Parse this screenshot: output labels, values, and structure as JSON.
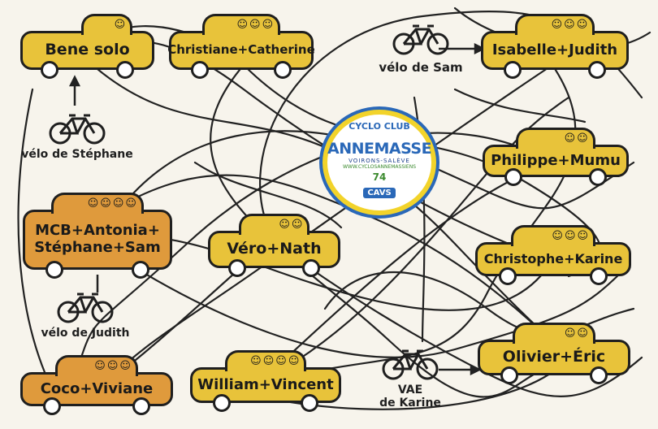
{
  "cars": {
    "bene": {
      "label": "Bene solo",
      "color": "#e8c33a"
    },
    "christiane": {
      "label": "Christiane+Catherine",
      "color": "#e8c33a"
    },
    "isabelle": {
      "label": "Isabelle+Judith",
      "color": "#e8c33a"
    },
    "philippe": {
      "label": "Philippe+Mumu",
      "color": "#e8c33a"
    },
    "christophe": {
      "label": "Christophe+Karine",
      "color": "#e8c33a"
    },
    "mcb": {
      "label_line1": "MCB+Antonia+",
      "label_line2": "Stéphane+Sam",
      "color": "#df9a3c"
    },
    "vero": {
      "label": "Véro+Nath",
      "color": "#e8c33a"
    },
    "olivier": {
      "label": "Olivier+Éric",
      "color": "#e8c33a"
    },
    "coco": {
      "label": "Coco+Viviane",
      "color": "#df9a3c"
    },
    "william": {
      "label": "William+Vincent",
      "color": "#e8c33a"
    }
  },
  "bikes": {
    "sam": {
      "label": "vélo de Sam"
    },
    "stephane": {
      "label": "vélo de Stéphane"
    },
    "judith": {
      "label": "vélo de Judith"
    },
    "karine": {
      "label_line1": "VAE",
      "label_line2": "de Karine"
    }
  },
  "logo": {
    "top": "CYCLO CLUB",
    "club": "ANNEMASSE",
    "subtitle": "VOIRONS-SALÈVE",
    "url": "WWW.CYCLOSANNEMASSIENS",
    "badge_num": "74",
    "badge": "CAVS"
  },
  "icons": {
    "passenger": "person-face-icon",
    "bicycle": "bicycle-icon",
    "arrow": "arrow-icon"
  }
}
